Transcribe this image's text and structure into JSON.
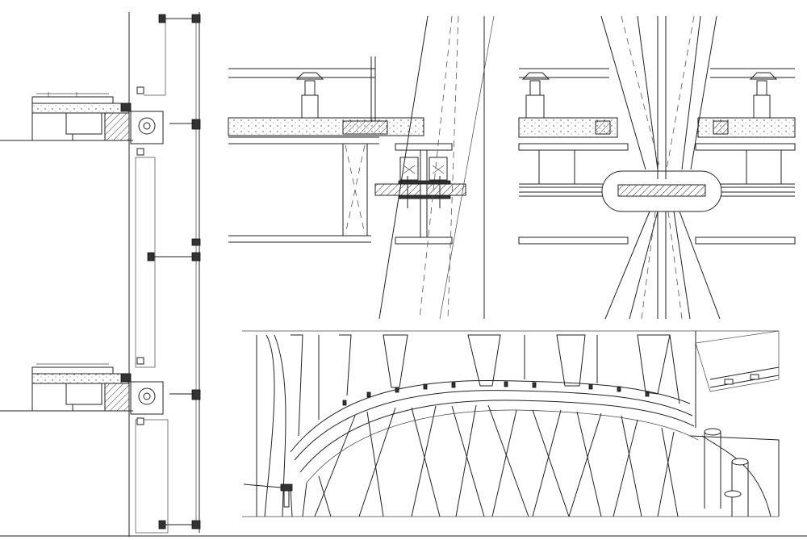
{
  "sheet": {
    "views": [
      "facade-section",
      "beam-connection-detail",
      "column-node-detail",
      "perspective-ring-beam"
    ]
  }
}
